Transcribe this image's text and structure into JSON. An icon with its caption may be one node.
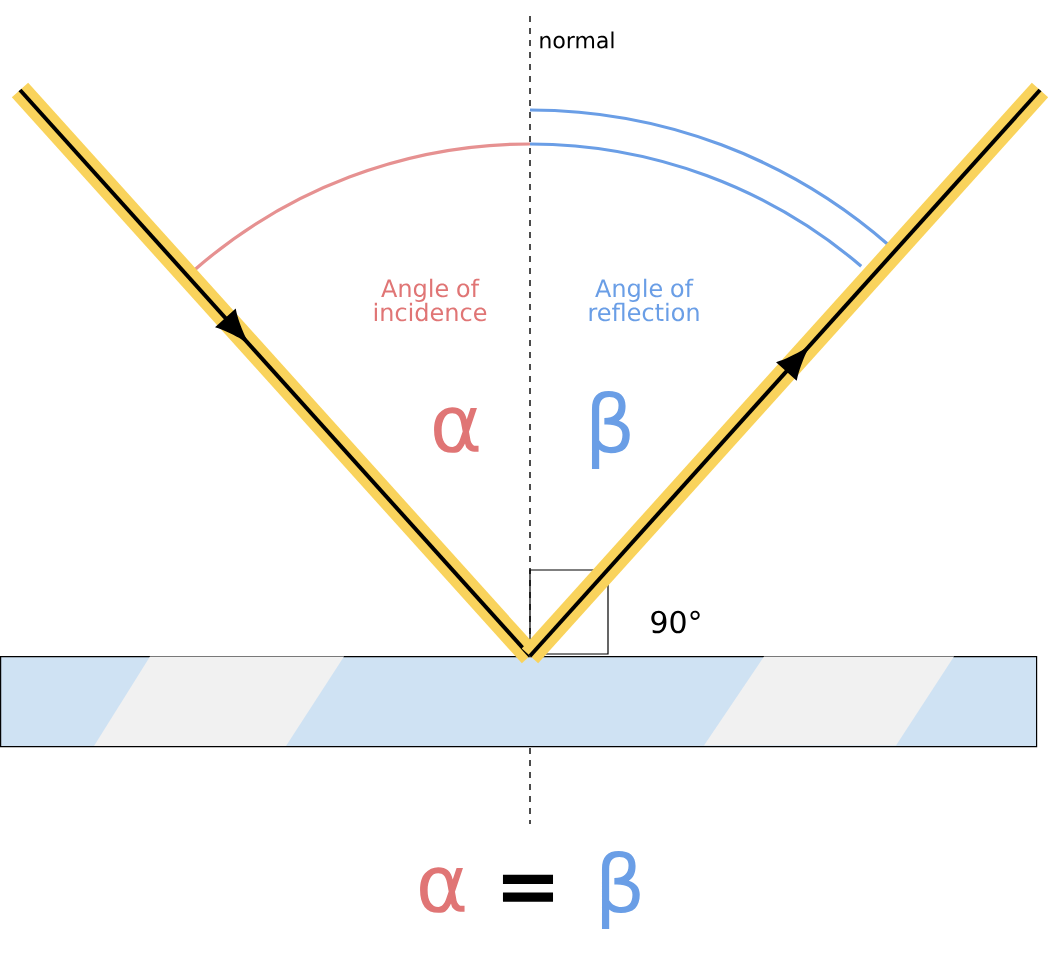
{
  "diagram": {
    "labels": [
      "normal",
      "Angle of incidence",
      "Angle of reflection",
      "α",
      "β",
      "90°",
      "α",
      "=",
      "β"
    ]
  }
}
